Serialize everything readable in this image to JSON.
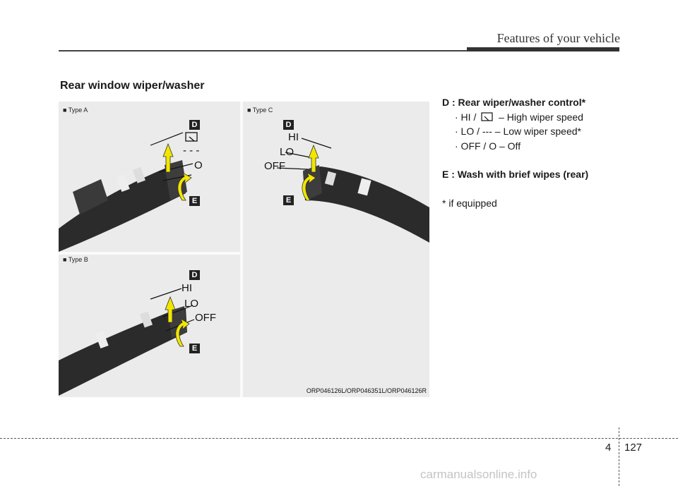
{
  "header": {
    "title": "Features of your vehicle"
  },
  "section": {
    "title": "Rear window wiper/washer"
  },
  "figure": {
    "type_a": {
      "label": "■ Type A",
      "marker_d": "D",
      "marker_e": "E",
      "lo_mark": "- - -",
      "off": "O"
    },
    "type_b": {
      "label": "■ Type B",
      "marker_d": "D",
      "marker_e": "E",
      "hi": "HI",
      "lo": "LO",
      "off": "OFF"
    },
    "type_c": {
      "label": "■ Type C",
      "marker_d": "D",
      "marker_e": "E",
      "hi": "HI",
      "lo": "LO",
      "off": "OFF"
    },
    "code": "ORP046126L/ORP046351L/ORP046126R"
  },
  "description": {
    "d_title": "D : Rear wiper/washer control*",
    "d_items": [
      "· HI /",
      "– High wiper speed",
      "· LO / ---  – Low wiper speed*",
      "· OFF / O – Off"
    ],
    "e_title": "E : Wash with brief wipes (rear)",
    "note": "* if equipped"
  },
  "footer": {
    "chapter": "4",
    "page": "127"
  },
  "watermark": "carmanualsonline.info",
  "colors": {
    "arrow": "#f2e600",
    "lever": "#2b2b2b",
    "marker": "#222222"
  }
}
